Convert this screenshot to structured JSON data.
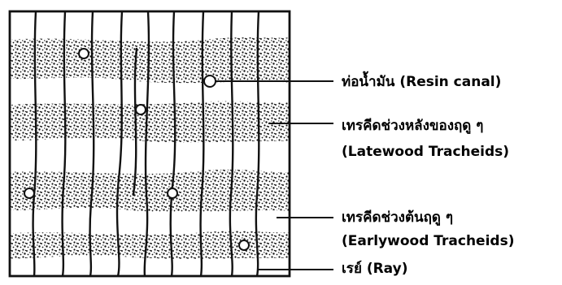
{
  "labels": {
    "resin_canal": "ท่อน้ำมัน (Resin canal)",
    "latewood_thai": "เทรคีดช่วงหลังของฤดู ๆ",
    "latewood_en": "(Latewood Tracheids)",
    "earlywood_thai": "เทรคีดช่วงต้นฤดู ๆ",
    "earlywood_en": "(Earlywood Tracheids)",
    "ray": "เรย์ (Ray)"
  },
  "colors": {
    "ink": "#111111",
    "paper": "#ffffff"
  }
}
